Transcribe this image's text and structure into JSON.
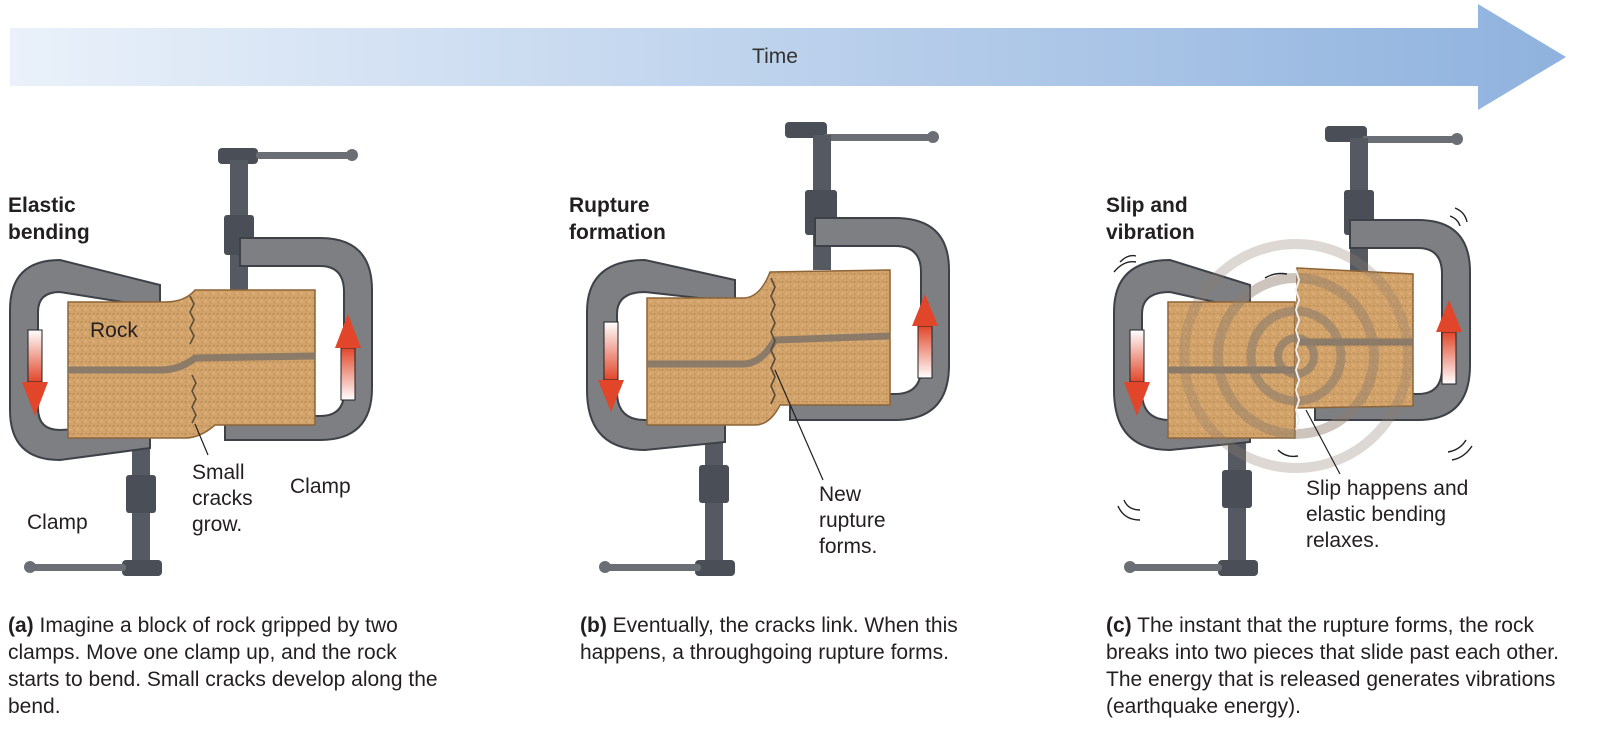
{
  "time_axis": {
    "label": "Time"
  },
  "panels": [
    {
      "title_line1": "Elastic",
      "title_line2": "bending",
      "labels": {
        "rock": "Rock",
        "clamp_left": "Clamp",
        "clamp_right": "Clamp",
        "cracks_1": "Small",
        "cracks_2": "cracks",
        "cracks_3": "grow."
      },
      "caption_tag": "(a)",
      "caption_text": " Imagine a block of rock gripped by two clamps. Move one clamp up, and the rock starts to bend. Small cracks develop along the bend."
    },
    {
      "title_line1": "Rupture",
      "title_line2": "formation",
      "labels": {
        "rupture_1": "New",
        "rupture_2": "rupture",
        "rupture_3": "forms."
      },
      "caption_tag": "(b)",
      "caption_text": " Eventually, the cracks link. When this happens, a throughgoing rupture forms."
    },
    {
      "title_line1": "Slip and",
      "title_line2": "vibration",
      "labels": {
        "slip_1": "Slip happens and",
        "slip_2": "elastic bending",
        "slip_3": "relaxes."
      },
      "caption_tag": "(c)",
      "caption_text": " The instant that the rupture forms, the rock breaks into two pieces that slide past each other. The energy that is released generates vibrations (earthquake energy)."
    }
  ],
  "colors": {
    "arrow_start": "#eaf1fa",
    "arrow_end": "#8fb2de",
    "rock": "#d2a36a",
    "clamp": "#7d7f83",
    "motion_arrow": "#e2462a"
  }
}
